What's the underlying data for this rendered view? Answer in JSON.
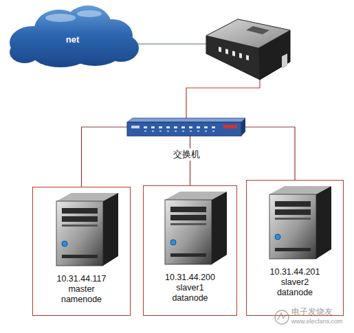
{
  "diagram": {
    "nodes": [
      {
        "text": [
          "net"
        ]
      },
      {
        "text": [
          "交换机"
        ]
      },
      {
        "text": [
          "10.31.44.117",
          "master",
          "namenode"
        ]
      },
      {
        "text": [
          "10.31.44.200",
          "slaver1",
          "datanode"
        ]
      },
      {
        "text": [
          "10.31.44.201",
          "slaver2",
          "datanode"
        ]
      }
    ],
    "edges": [
      {
        "from": 1,
        "to": 2,
        "arrow": "none"
      },
      {
        "from": 1,
        "to": 3,
        "arrow": "none"
      },
      {
        "from": 1,
        "to": 4,
        "arrow": "none"
      }
    ],
    "labels": [
      "电子发烧友",
      "www.elecfans.com"
    ]
  }
}
